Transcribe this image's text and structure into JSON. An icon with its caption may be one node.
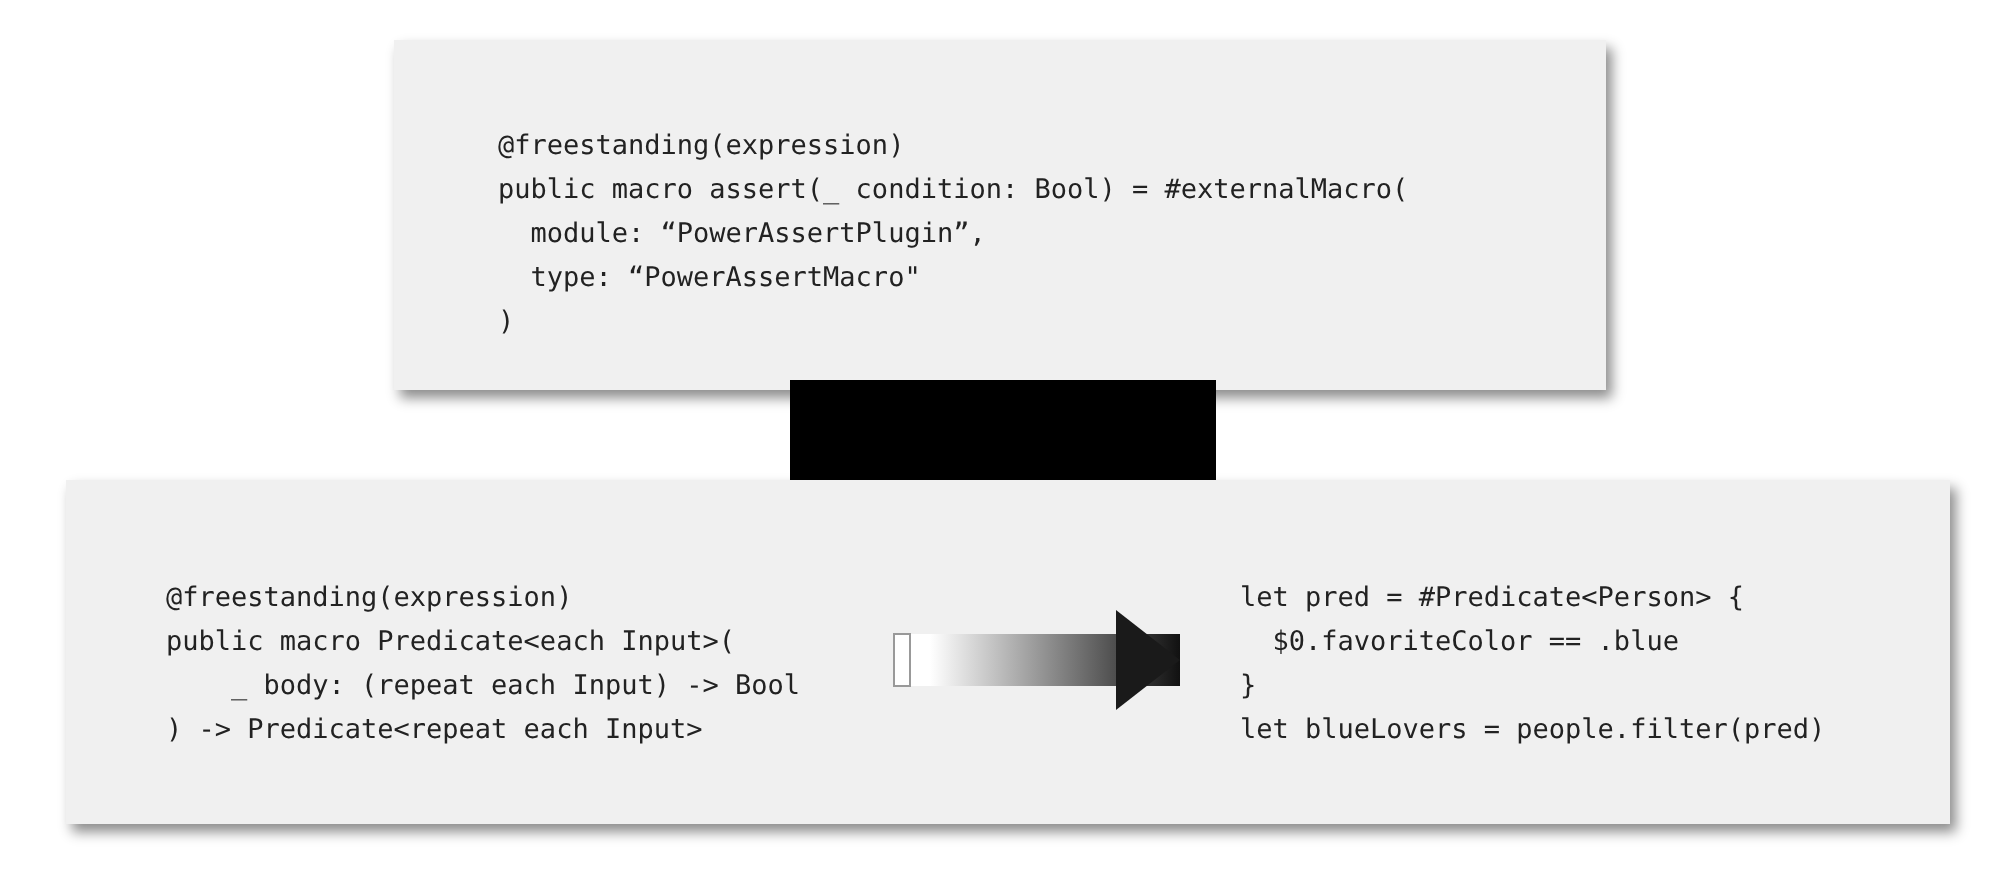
{
  "diagram": {
    "nodes": [
      {
        "text": [
          "@freestanding(expression)",
          "public macro assert(_ condition: Bool) = #externalMacro(",
          "  module: “PowerAssertPlugin”,",
          "  type: “PowerAssertMacro\"",
          ")"
        ]
      },
      {
        "text": [],
        "shape": "bar"
      },
      {
        "text": [],
        "shape": "box"
      },
      {
        "text": [
          "@freestanding(expression)",
          "public macro Predicate<each Input>(",
          "    _ body: (repeat each Input) -> Bool",
          ") -> Predicate<repeat each Input>"
        ],
        "in": 2
      },
      {
        "text": [
          "let pred = #Predicate<Person> {",
          "  $0.favoriteColor == .blue",
          "}",
          "let blueLovers = people.filter(pred)"
        ],
        "in": 2
      }
    ],
    "edges": [
      {
        "from": 3,
        "to": 4,
        "arrow": "to"
      }
    ]
  }
}
